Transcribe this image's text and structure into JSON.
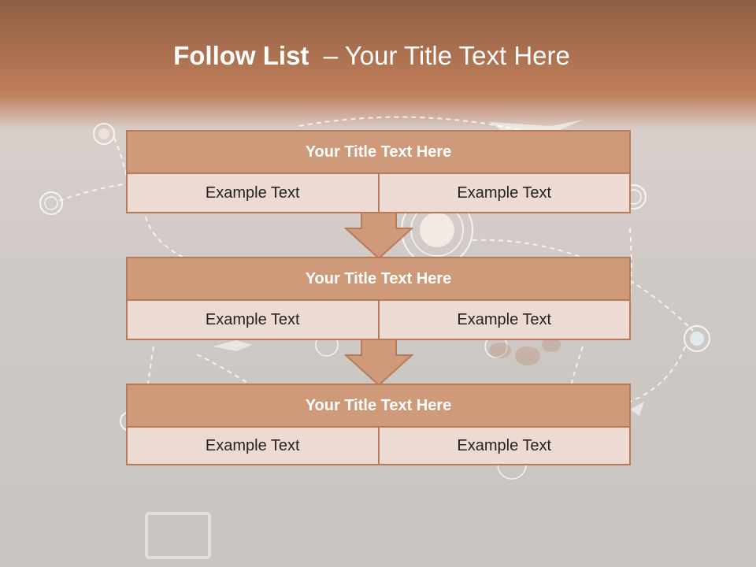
{
  "slide": {
    "title_bold": "Follow List",
    "title_rest": "– Your Title Text Here"
  },
  "blocks": [
    {
      "title": "Your Title Text Here",
      "left_text": "Example Text",
      "right_text": "Example Text"
    },
    {
      "title": "Your Title Text Here",
      "left_text": "Example Text",
      "right_text": "Example Text"
    },
    {
      "title": "Your Title Text Here",
      "left_text": "Example Text",
      "right_text": "Example Text"
    }
  ],
  "colors": {
    "header_fill": "#cf9a79",
    "border": "#b87b59",
    "row_fill": "#ecdad3",
    "banner_top": "#8e5e43",
    "banner_bottom": "#c17f5b"
  }
}
